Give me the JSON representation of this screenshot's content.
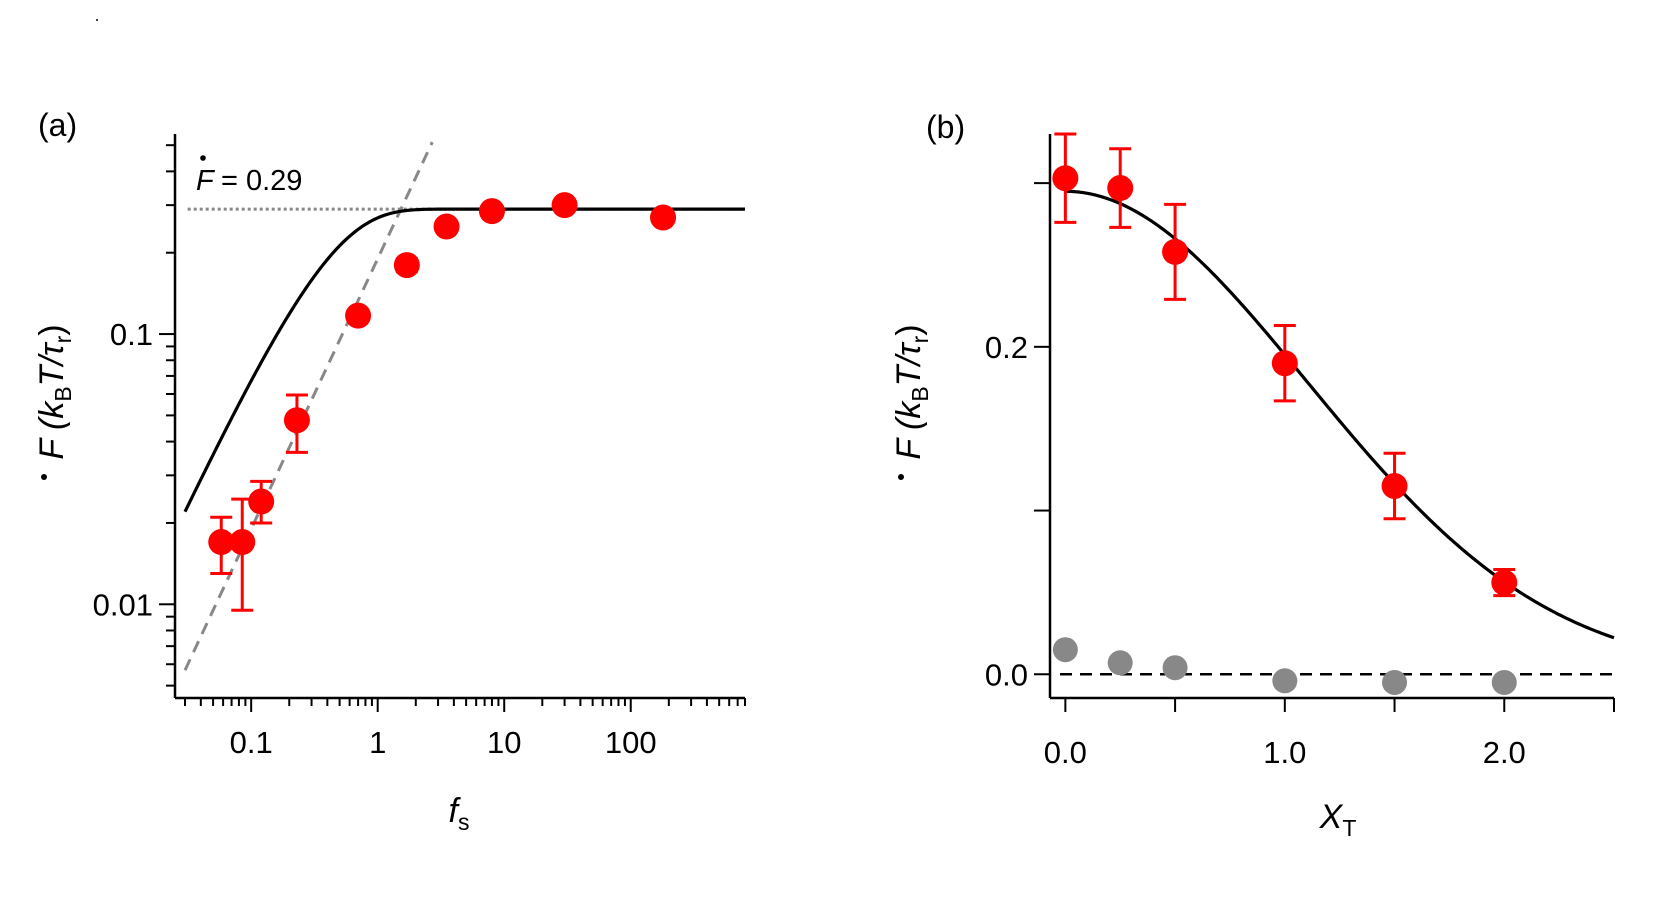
{
  "chart_data": [
    {
      "panel_label": "(a)",
      "type": "scatter",
      "xscale": "log",
      "yscale": "log",
      "xlim": [
        0.025,
        800
      ],
      "ylim": [
        0.0045,
        0.55
      ],
      "x_ticks": [
        {
          "value": 0.1,
          "label": "0.1"
        },
        {
          "value": 1,
          "label": "1"
        },
        {
          "value": 10,
          "label": "10"
        },
        {
          "value": 100,
          "label": "100"
        }
      ],
      "y_ticks": [
        {
          "value": 0.01,
          "label": "0.01"
        },
        {
          "value": 0.1,
          "label": "0.1"
        }
      ],
      "xlabel": {
        "main": "f",
        "sub": "s"
      },
      "ylabel": {
        "main": "F (k",
        "sub1": "B",
        "mid": "T/τ",
        "sub2": "r",
        "end": ")"
      },
      "annotation": "= 0.29",
      "plateau_value": 0.29,
      "marker_color": "#ff0000",
      "points": [
        {
          "x": 0.058,
          "y": 0.017,
          "err_low": 0.004,
          "err_high": 0.004
        },
        {
          "x": 0.085,
          "y": 0.017,
          "err_low": 0.0075,
          "err_high": 0.0075
        },
        {
          "x": 0.12,
          "y": 0.024,
          "err_low": 0.004,
          "err_high": 0.0045
        },
        {
          "x": 0.23,
          "y": 0.048,
          "err_low": 0.0115,
          "err_high": 0.0115
        },
        {
          "x": 0.7,
          "y": 0.117,
          "err_low": 0.004,
          "err_high": 0.004
        },
        {
          "x": 1.7,
          "y": 0.18,
          "err_low": 0.01,
          "err_high": 0.01
        },
        {
          "x": 3.5,
          "y": 0.25,
          "err_low": 0.008,
          "err_high": 0.008
        },
        {
          "x": 8.0,
          "y": 0.285,
          "err_low": 0.008,
          "err_high": 0.008
        },
        {
          "x": 30,
          "y": 0.3,
          "err_low": 0.01,
          "err_high": 0.01
        },
        {
          "x": 180,
          "y": 0.27,
          "err_low": 0.01,
          "err_high": 0.01
        }
      ],
      "fit_curve": {
        "color": "#000000",
        "style": "solid",
        "amplitude": 0.29,
        "scale": 0.38,
        "x_start": 0.03
      },
      "asymptote_line": {
        "color": "#888888",
        "style": "dashed",
        "slope": 1,
        "coefficient": 0.19,
        "x_start": 0.03,
        "x_end": 2.7
      },
      "plateau_line": {
        "color": "#888888",
        "style": "dotted",
        "x_start": 0.0315,
        "x_end": 800
      }
    },
    {
      "panel_label": "(b)",
      "type": "scatter",
      "xscale": "linear",
      "yscale": "linear",
      "xlim": [
        -0.07,
        2.5
      ],
      "ylim": [
        -0.0145,
        0.33
      ],
      "x_ticks": [
        {
          "value": 0.0,
          "label": "0.0"
        },
        {
          "value": 1.0,
          "label": "1.0"
        },
        {
          "value": 2.0,
          "label": "2.0"
        }
      ],
      "x_minor_ticks": [
        0.5,
        1.5,
        2.5
      ],
      "y_ticks": [
        {
          "value": 0.0,
          "label": "0.0"
        },
        {
          "value": 0.2,
          "label": "0.2"
        }
      ],
      "y_minor_ticks": [
        0.1,
        0.3
      ],
      "xlabel": {
        "main": "X",
        "sub": "T"
      },
      "ylabel": {
        "main": "F (k",
        "sub1": "B",
        "mid": "T/τ",
        "sub2": "r",
        "end": ")"
      },
      "series": [
        {
          "marker_color": "#ff0000",
          "points": [
            {
              "x": 0.0,
              "y": 0.303,
              "err_low": 0.027,
              "err_high": 0.027
            },
            {
              "x": 0.25,
              "y": 0.297,
              "err_low": 0.024,
              "err_high": 0.024
            },
            {
              "x": 0.5,
              "y": 0.258,
              "err_low": 0.029,
              "err_high": 0.029
            },
            {
              "x": 1.0,
              "y": 0.19,
              "err_low": 0.023,
              "err_high": 0.023
            },
            {
              "x": 1.5,
              "y": 0.115,
              "err_low": 0.02,
              "err_high": 0.02
            },
            {
              "x": 2.0,
              "y": 0.056,
              "err_low": 0.008,
              "err_high": 0.008
            }
          ]
        },
        {
          "marker_color": "#888888",
          "points": [
            {
              "x": 0.0,
              "y": 0.015
            },
            {
              "x": 0.25,
              "y": 0.007
            },
            {
              "x": 0.5,
              "y": 0.004
            },
            {
              "x": 1.0,
              "y": -0.004
            },
            {
              "x": 1.5,
              "y": -0.005
            },
            {
              "x": 2.0,
              "y": -0.005
            }
          ]
        }
      ],
      "fit_curve": {
        "color": "#000000",
        "style": "solid",
        "amplitude": 0.295,
        "sigma": 1.1,
        "x_start": 0.0,
        "x_end": 2.5
      },
      "zero_line": {
        "color": "#000000",
        "style": "dashed",
        "y": 0.0
      }
    }
  ]
}
